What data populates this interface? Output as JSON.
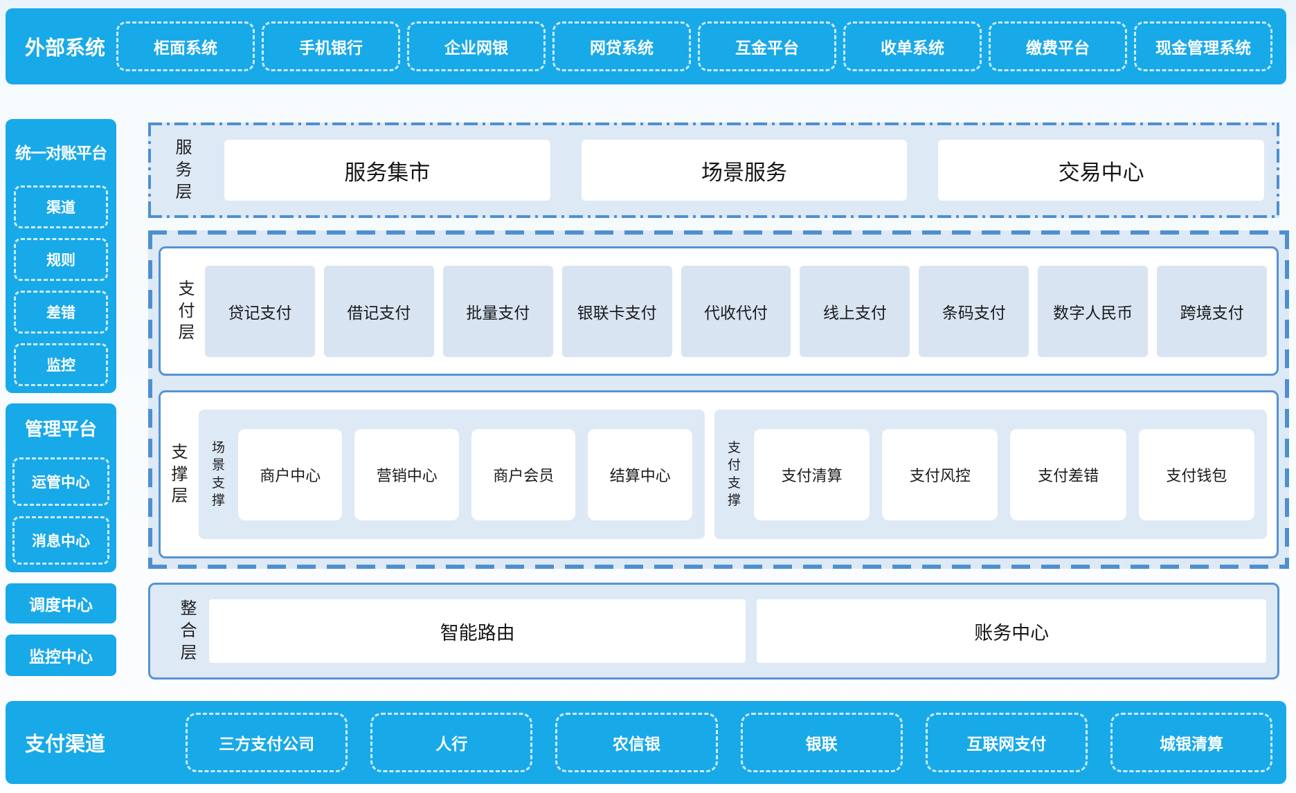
{
  "colors": {
    "brand_blue": "#18a9e8",
    "panel_light_blue": "#dde9f5",
    "tile_blue": "#d8e4f1",
    "border_blue": "#4e8fd0",
    "inner_border_blue": "#5593d2",
    "text_dark": "#1c1c1e",
    "white": "#ffffff"
  },
  "top_banner": {
    "label": "外部系统",
    "items": [
      "柜面系统",
      "手机银行",
      "企业网银",
      "网贷系统",
      "互金平台",
      "收单系统",
      "缴费平台",
      "现金管理系统"
    ]
  },
  "sidebar": {
    "recon": {
      "title": "统一对账平台",
      "items": [
        "渠道",
        "规则",
        "差错",
        "监控"
      ]
    },
    "mgmt": {
      "title": "管理平台",
      "items": [
        "运管中心",
        "消息中心"
      ]
    },
    "solos": [
      "调度中心",
      "监控中心"
    ]
  },
  "layers": {
    "service": {
      "label": "服务层",
      "items": [
        "服务集市",
        "场景服务",
        "交易中心"
      ]
    },
    "payment": {
      "label": "支付层",
      "items": [
        "贷记支付",
        "借记支付",
        "批量支付",
        "银联卡支付",
        "代收代付",
        "线上支付",
        "条码支付",
        "数字人民币",
        "跨境支付"
      ]
    },
    "support": {
      "label": "支撑层",
      "groups": [
        {
          "label": "场景支撑",
          "items": [
            "商户中心",
            "营销中心",
            "商户会员",
            "结算中心"
          ]
        },
        {
          "label": "支付支撑",
          "items": [
            "支付清算",
            "支付风控",
            "支付差错",
            "支付钱包"
          ]
        }
      ]
    },
    "integration": {
      "label": "整合层",
      "items": [
        "智能路由",
        "账务中心"
      ]
    }
  },
  "bottom_banner": {
    "label": "支付渠道",
    "items": [
      "三方支付公司",
      "人行",
      "农信银",
      "银联",
      "互联网支付",
      "城银清算"
    ]
  }
}
